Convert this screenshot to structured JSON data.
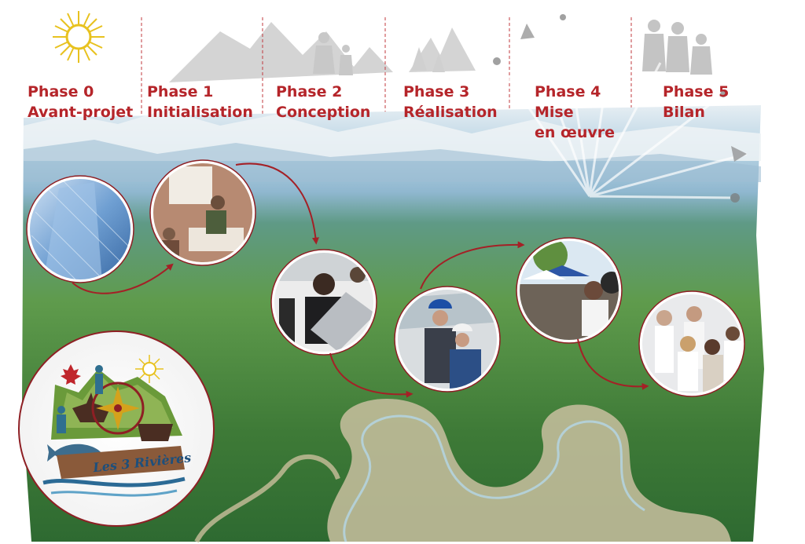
{
  "phases": [
    {
      "number": "Phase 0",
      "name": "Avant-projet",
      "image": "skyscrapers-photo"
    },
    {
      "number": "Phase 1",
      "name": "Initialisation",
      "image": "meeting-photo"
    },
    {
      "number": "Phase 2",
      "name": "Conception",
      "image": "laptop-team-photo"
    },
    {
      "number": "Phase 3",
      "name": "Réalisation",
      "image": "construction-workers-photo"
    },
    {
      "number": "Phase 4",
      "name": "Mise en œuvre",
      "name_line1": "Mise",
      "name_line2": "en œuvre",
      "image": "outdoor-event-photo"
    },
    {
      "number": "Phase 5",
      "name": "Bilan",
      "image": "celebrating-team-photo"
    }
  ],
  "logo": {
    "text": "Les 3 Rivières"
  },
  "colors": {
    "accent": "#b5252a",
    "arrow": "#a42026",
    "circle_border": "#8e1f24",
    "forest": "#3f7a3a",
    "river": "#c9bfa0",
    "sky": "#cfe3ee",
    "silhouette": "#c8c8c8",
    "sun": "#e8c21f"
  }
}
